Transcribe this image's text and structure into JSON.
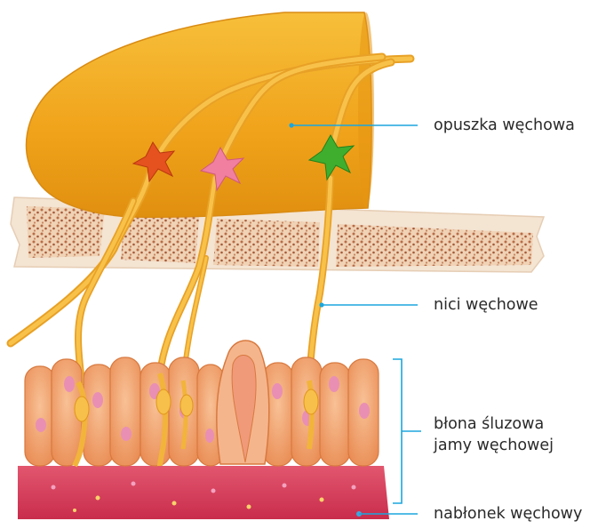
{
  "labels": {
    "olfactory_bulb": "opuszka węchowa",
    "olfactory_nerves": "nici węchowe",
    "mucosa_line1": "błona śluzowa",
    "mucosa_line2": "jamy węchowej",
    "olfactory_epithelium": "nabłonek węchowy"
  },
  "colors": {
    "bulb": "#f2a51c",
    "nerve": "#f6b63a",
    "bone": "#f3e1cd",
    "bone_dots": "#b56b45",
    "epithelium_cells": "#f4a470",
    "nucleus": "#e98fb4",
    "lamina": "#d93f5c",
    "leader_line": "#1ba6de",
    "neuron_red": "#e5511f",
    "neuron_pink": "#f07fa0",
    "neuron_green": "#3fae2f"
  }
}
